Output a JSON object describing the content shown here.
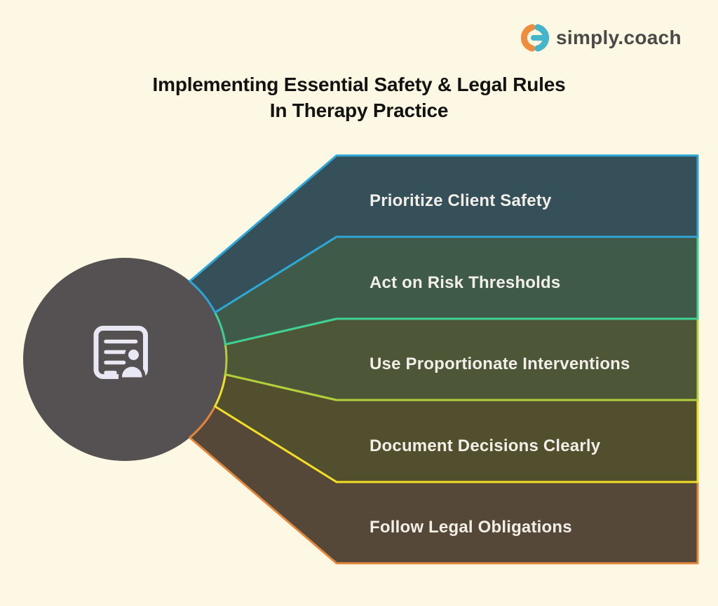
{
  "logo": {
    "text": "simply.coach",
    "icon": "simply-coach-mark-icon",
    "orange": "#EE8C3F",
    "teal": "#45B5C9",
    "text_color": "#4B4947"
  },
  "title": {
    "line1": "Implementing Essential Safety & Legal Rules",
    "line2": "In Therapy Practice"
  },
  "center_icon": "document-person-icon",
  "bands": [
    {
      "label": "Prioritize Client Safety",
      "stroke": "#2EA6D8",
      "fill": "#36505A"
    },
    {
      "label": "Act on Risk Thresholds",
      "stroke": "#3FD095",
      "fill": "#3F5A49"
    },
    {
      "label": "Use Proportionate Interventions",
      "stroke": "#B2D03C",
      "fill": "#4D5637"
    },
    {
      "label": "Document Decisions Clearly",
      "stroke": "#F2DF25",
      "fill": "#514F2D"
    },
    {
      "label": "Follow Legal Obligations",
      "stroke": "#E2863C",
      "fill": "#564839"
    }
  ],
  "colors": {
    "background": "#FCF8E3",
    "circle": "#555152",
    "icon": "#E9E7F4",
    "band_text": "#F2EFE8",
    "title_text": "#141210"
  }
}
